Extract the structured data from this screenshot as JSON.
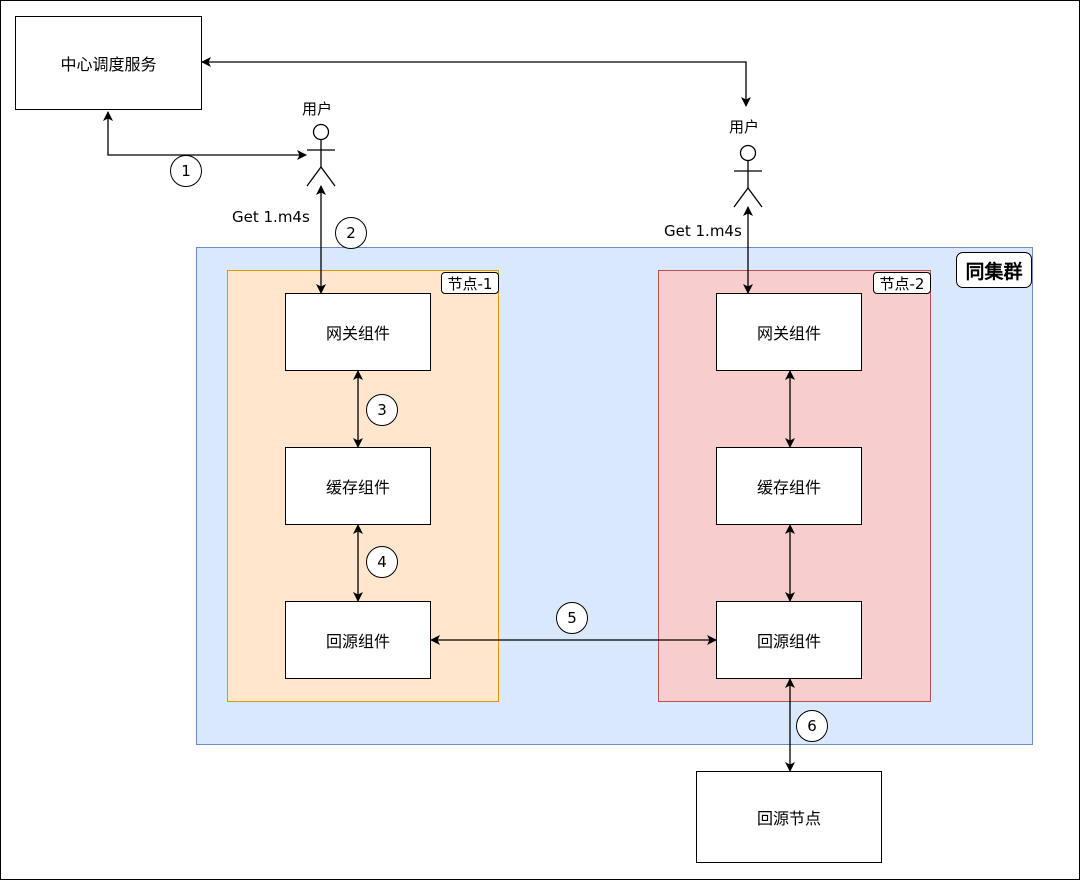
{
  "colors": {
    "cluster_fill": "#dae8fc",
    "cluster_stroke": "#6c8ebf",
    "node1_fill": "#ffe6cc",
    "node1_stroke": "#d79b00",
    "node2_fill": "#f8cecc",
    "node2_stroke": "#b85450"
  },
  "scheduler": "中心调度服务",
  "cluster": {
    "label": "同集群"
  },
  "node1": {
    "label": "节点-1",
    "gateway": "网关组件",
    "cache": "缓存组件",
    "origin": "回源组件"
  },
  "node2": {
    "label": "节点-2",
    "gateway": "网关组件",
    "cache": "缓存组件",
    "origin": "回源组件"
  },
  "origin_node": "回源节点",
  "user1": {
    "label": "用户",
    "request": "Get 1.m4s"
  },
  "user2": {
    "label": "用户",
    "request": "Get 1.m4s"
  },
  "steps": [
    "1",
    "2",
    "3",
    "4",
    "5",
    "6"
  ]
}
